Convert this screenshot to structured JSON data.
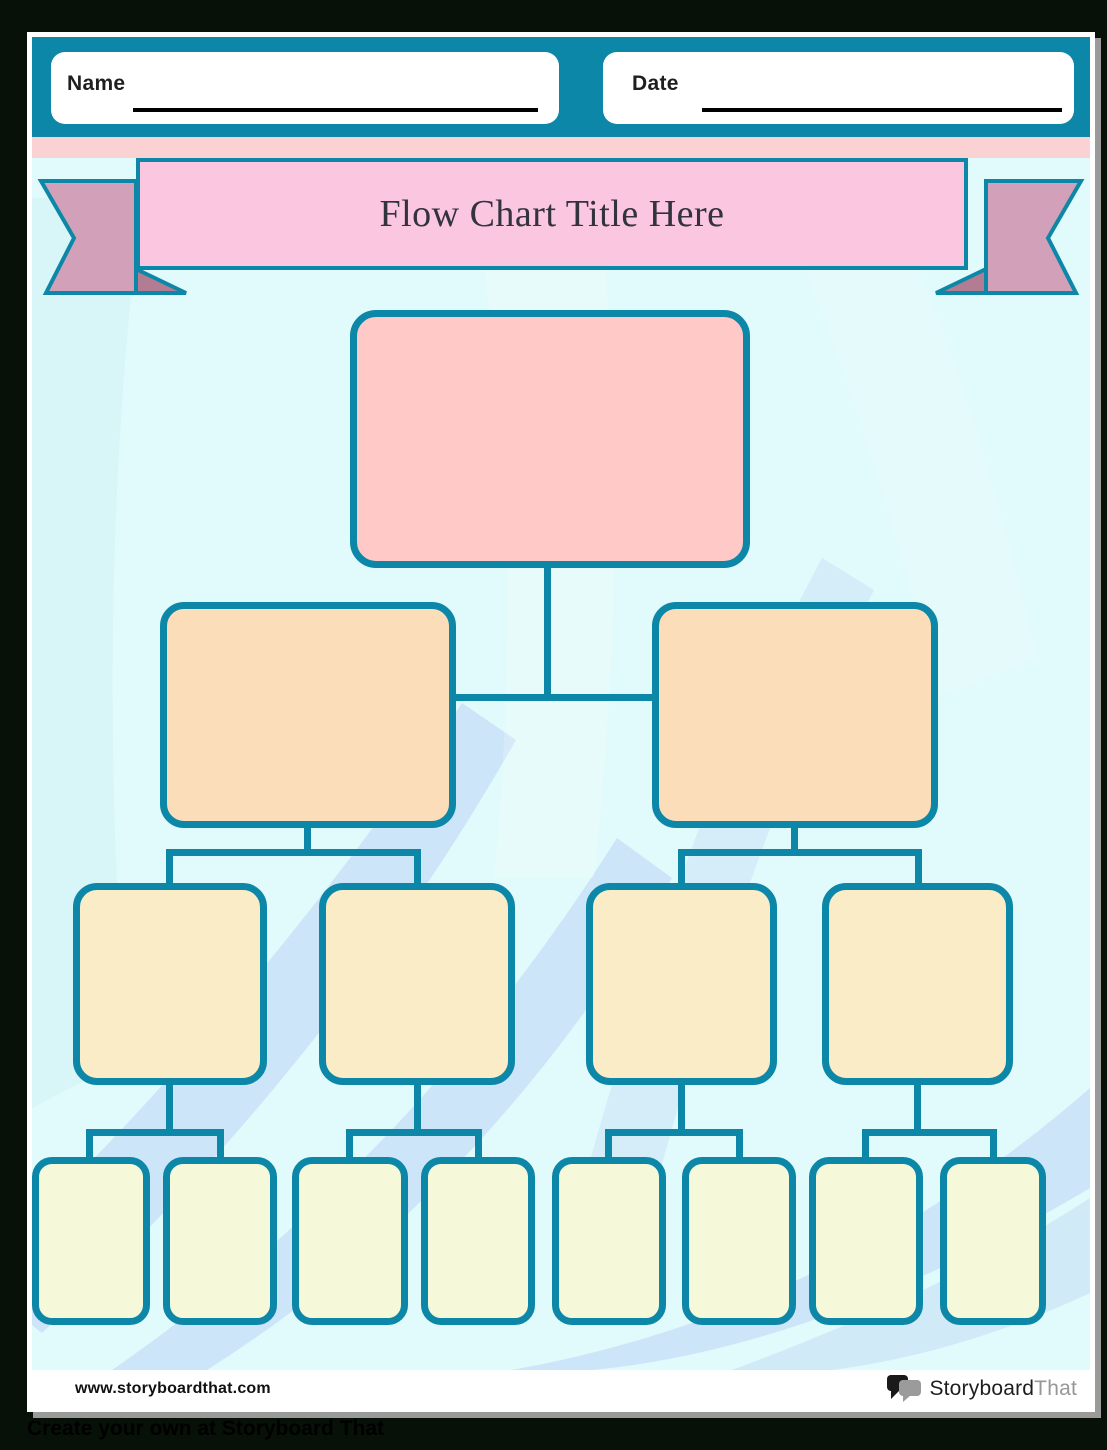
{
  "header": {
    "name_label": "Name",
    "date_label": "Date"
  },
  "banner": {
    "title": "Flow Chart Title Here"
  },
  "flowchart": {
    "levels": [
      {
        "level": 1,
        "box_count": 1,
        "fill": "#FFC9C7"
      },
      {
        "level": 2,
        "box_count": 2,
        "fill": "#FCDDBA"
      },
      {
        "level": 3,
        "box_count": 4,
        "fill": "#FAECC7"
      },
      {
        "level": 4,
        "box_count": 8,
        "fill": "#F5F9D9"
      }
    ],
    "connector_color": "#0D87A7"
  },
  "footer": {
    "website": "www.storyboardthat.com",
    "logo_primary": "Storyboard",
    "logo_secondary": "That"
  },
  "bottom_bar": {
    "text": "Create your own at Storyboard That"
  },
  "colors": {
    "teal": "#0D87A7",
    "canvas_bg": "#E1FAFB",
    "pink_strip": "#FBD2D4",
    "banner_pink": "#FBC6E0",
    "ribbon_mauve": "#D2A0B8",
    "ribbon_fold": "#B27C93",
    "swirl_blue": "#CBE2F7"
  }
}
